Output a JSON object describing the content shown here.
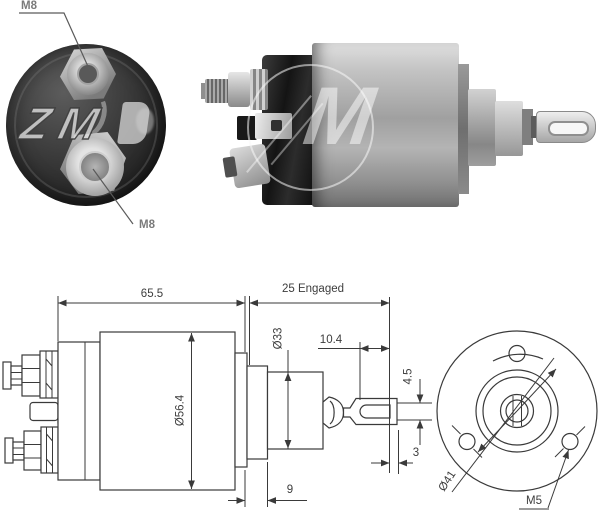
{
  "colors": {
    "line": "#3a3a3a",
    "label": "#3d3d3d",
    "photo_label": "#7a7a7a",
    "bg": "#ffffff"
  },
  "front_photo": {
    "terminal_top_label": "M8",
    "terminal_bottom_label": "M8",
    "watermark": "ZM"
  },
  "side_photo": {
    "watermark": "M"
  },
  "drawing": {
    "length": "65.5",
    "engaged": "25 Engaged",
    "body_dia": "Ø56.4",
    "front_dia": "Ø33",
    "slot_length": "10.4",
    "slot_width": "4.5",
    "tip_thickness": "3",
    "boss_length": "9",
    "bolt_circle": "Ø41",
    "mount_thread": "M5"
  }
}
